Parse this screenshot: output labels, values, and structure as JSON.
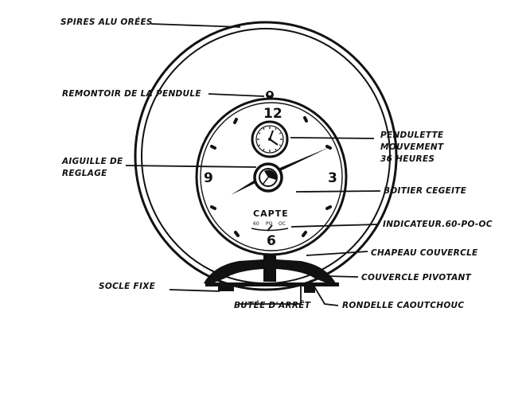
{
  "labels": {
    "spires": "SPIRES ALU ORÉES",
    "remontoir": "REMONTOIR DE LA PENDULE",
    "aiguille_line1": "AIGUILLE DE",
    "aiguille_line2": "REGLAGE",
    "pendulette_line1": "PENDULETTE",
    "pendulette_line2": "MOUVEMENT",
    "pendulette_line3": "36 HEURES",
    "boitier": "BOITIER CEGEITE",
    "indicateur": "INDICATEUR.60-PO-OC",
    "chapeau": "CHAPEAU COUVERCLE",
    "couvercle": "COUVERCLE PIVOTANT",
    "socle": "SOCLE FIXE",
    "butee": "BUTÉE D'ARRÊT",
    "rondelle": "RONDELLE CAOUTCHOUC"
  },
  "dial": {
    "n12": "12",
    "n3": "3",
    "n6": "6",
    "n9": "9",
    "capte": "CAPTE",
    "scale_left": "60",
    "scale_mid": "PO",
    "scale_right": "OC"
  }
}
